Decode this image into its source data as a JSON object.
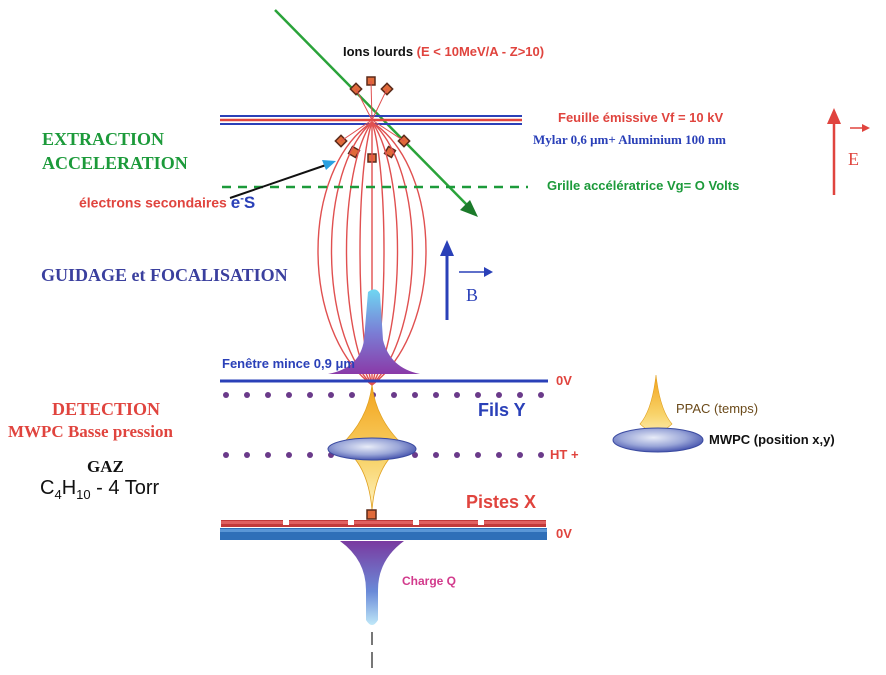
{
  "labels": {
    "ions_prefix": "Ions lourds ",
    "ions_cond": "(E < 10MeV/A - Z>10)",
    "foil": "Feuille émissive Vf = 10 kV",
    "mylar": "Mylar 0,6 μm+ Aluminium 100 nm",
    "extraction": "EXTRACTION",
    "acceleration": "ACCELERATION",
    "electrons": "électrons secondaires",
    "es": "e",
    "es_sup": "-",
    "es_s": "S",
    "grille": "Grille accélératrice Vg= O Volts",
    "efield": "E",
    "guidage": "GUIDAGE et FOCALISATION",
    "bfield": "B",
    "fenetre": "Fenêtre mince 0,9 μm",
    "v0_top": "0V",
    "fils": "Fils Y",
    "detection": "DETECTION",
    "mwpc_bp": "MWPC Basse pression",
    "gaz": "GAZ",
    "gas_formula_c": "C",
    "gas_formula_4": "4",
    "gas_formula_h": "H",
    "gas_formula_10": "10",
    "gas_formula_rest": " - 4 Torr",
    "ht": "HT +",
    "pistes": "Pistes X",
    "v0_bottom": "0V",
    "charge": "Charge Q",
    "ppac": "PPAC (temps)",
    "mwpc_pos": "MWPC (position x,y)"
  },
  "colors": {
    "green": "#1c9a3a",
    "red": "#e0443e",
    "blue": "#2a40b8",
    "strip_blue": "#2f6fb8",
    "wire_dot": "#5a3a7a",
    "ellipse": "#e05050"
  }
}
